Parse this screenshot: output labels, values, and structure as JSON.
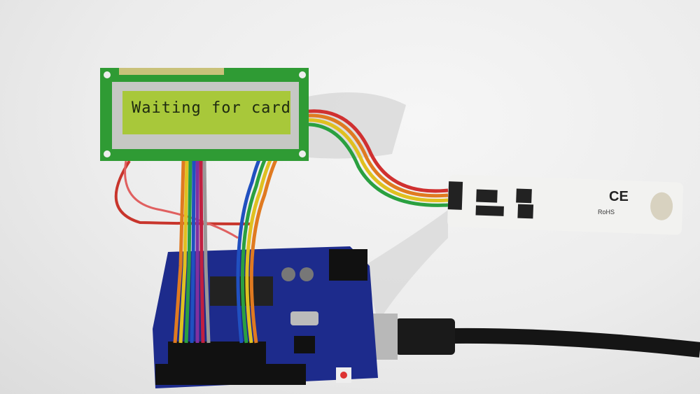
{
  "lcd": {
    "message": "Waiting for card"
  },
  "rfid_module": {
    "ce_mark": "CE",
    "rohs_mark": "RoHS"
  },
  "colors": {
    "pcb_green": "#2f9b34",
    "lcd_backlight": "#a8c83a",
    "arduino_blue": "#1c2a8a",
    "module_white": "#f2f2f0"
  }
}
